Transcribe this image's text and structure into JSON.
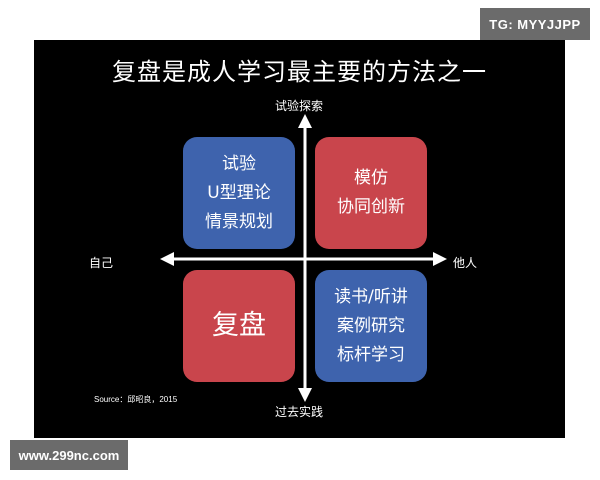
{
  "badge": "TG: MYYJJPP",
  "slide": {
    "title": "复盘是成人学习最主要的方法之一",
    "axes": {
      "top": "试验探索",
      "bottom": "过去实践",
      "left": "自己",
      "right": "他人"
    },
    "quadrants": {
      "top_left": {
        "lines": [
          "试验",
          "U型理论",
          "情景规划"
        ]
      },
      "top_right": {
        "lines": [
          "模仿",
          "协同创新"
        ]
      },
      "bottom_left": {
        "lines": [
          "复盘"
        ]
      },
      "bottom_right": {
        "lines": [
          "读书/听讲",
          "案例研究",
          "标杆学习"
        ]
      }
    },
    "source": "Source：邱昭良，2015"
  },
  "watermark": "www.299nc.com",
  "colors": {
    "slide_bg": "#000000",
    "quadrant_blue": "#3e63ad",
    "quadrant_red": "#c9454c",
    "text": "#ffffff",
    "badge_bg": "#6b6b6b"
  }
}
